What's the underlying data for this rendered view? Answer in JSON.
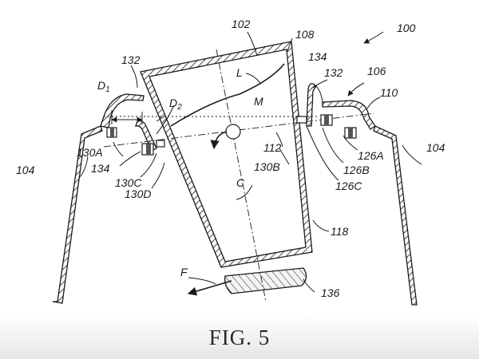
{
  "figure": {
    "caption": "FIG. 5",
    "labels": {
      "l100": "100",
      "l102": "102",
      "l104_left": "104",
      "l104_right": "104",
      "l106": "106",
      "l108": "108",
      "l110": "110",
      "l112": "112",
      "l118": "118",
      "l126a": "126A",
      "l126b": "126B",
      "l126c": "126C",
      "l130a": "130A",
      "l130b": "130B",
      "l130c": "130C",
      "l130d": "130D",
      "l132_left": "132",
      "l132_right": "132",
      "l134_left": "134",
      "l134_right": "134",
      "l136": "136",
      "lL": "L",
      "lM": "M",
      "lC": "C",
      "lF": "F",
      "d1_main": "D",
      "d1_sub": "1",
      "d2_main": "D",
      "d2_sub": "2"
    }
  }
}
